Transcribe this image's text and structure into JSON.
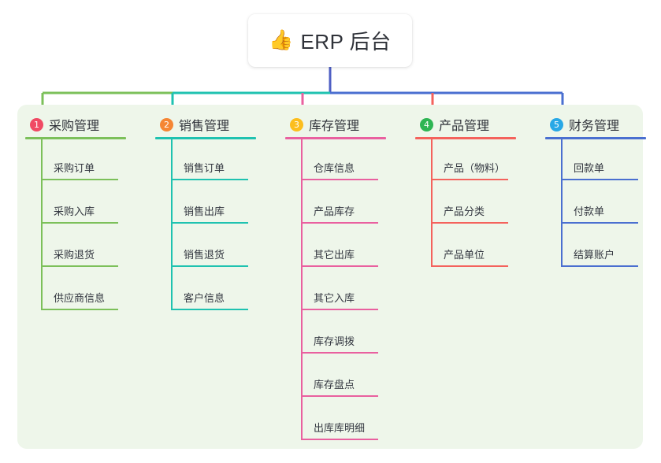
{
  "root": {
    "icon": "thumbs-up-icon",
    "emoji": "👍",
    "title": "ERP 后台"
  },
  "colors": {
    "panel_background": "#eef6ea",
    "card_background": "#ffffff",
    "text": "#2f3239",
    "root_connector": "#4f5fc4",
    "branch_1": "#7cc05a",
    "branch_2": "#1fc2b0",
    "branch_3": "#e9609f",
    "branch_4": "#f4625c",
    "branch_5": "#4a6fd0",
    "badge_1": "#f04a64",
    "badge_2": "#f58634",
    "badge_3": "#fcbe1d",
    "badge_4": "#2eb553",
    "badge_5": "#28a8e6"
  },
  "branches": [
    {
      "number": "1",
      "title": "采购管理",
      "badge_color": "#f04a64",
      "line_color": "#7cc05a",
      "items": [
        "采购订单",
        "采购入库",
        "采购退货",
        "供应商信息"
      ]
    },
    {
      "number": "2",
      "title": "销售管理",
      "badge_color": "#f58634",
      "line_color": "#1fc2b0",
      "items": [
        "销售订单",
        "销售出库",
        "销售退货",
        "客户信息"
      ]
    },
    {
      "number": "3",
      "title": "库存管理",
      "badge_color": "#fcbe1d",
      "line_color": "#e9609f",
      "items": [
        "仓库信息",
        "产品库存",
        "其它出库",
        "其它入库",
        "库存调拨",
        "库存盘点",
        "出库库明细"
      ]
    },
    {
      "number": "4",
      "title": "产品管理",
      "badge_color": "#2eb553",
      "line_color": "#f4625c",
      "items": [
        "产品（物料）",
        "产品分类",
        "产品单位"
      ]
    },
    {
      "number": "5",
      "title": "财务管理",
      "badge_color": "#28a8e6",
      "line_color": "#4a6fd0",
      "items": [
        "回款单",
        "付款单",
        "结算账户"
      ]
    }
  ]
}
